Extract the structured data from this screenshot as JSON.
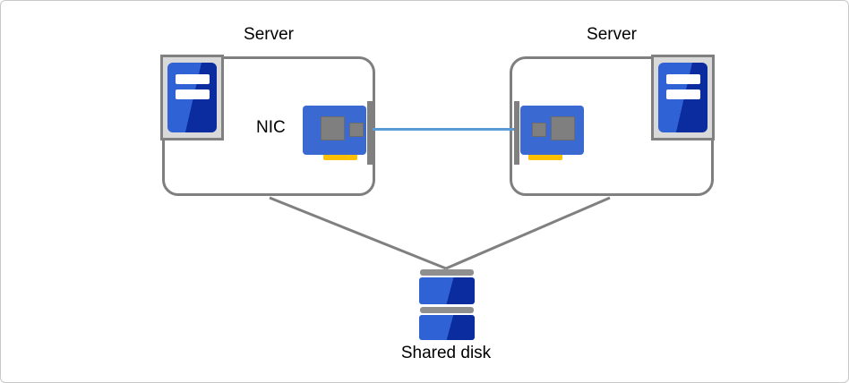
{
  "nodes": {
    "server_left": {
      "label": "Server"
    },
    "server_right": {
      "label": "Server"
    },
    "nic": {
      "label": "NIC"
    },
    "shared_disk": {
      "label": "Shared disk"
    }
  },
  "icons": {
    "server": "server-tower-icon",
    "nic": "nic-card-icon",
    "shared_disk": "shared-disk-icon"
  },
  "colors": {
    "node_border_gray": "#7f7f7f",
    "connector_gray": "#808080",
    "cable_blue": "#5b9bd5",
    "device_blue_light": "#2f62d4",
    "device_blue_dark": "#0a2c9e",
    "nic_blue": "#3a69d2",
    "chip_gray": "#7f7f7f",
    "nic_pins_yellow": "#ffc000",
    "icon_frame_gray": "#d9d9d9",
    "disk_bar_gray": "#8f8f8f"
  }
}
